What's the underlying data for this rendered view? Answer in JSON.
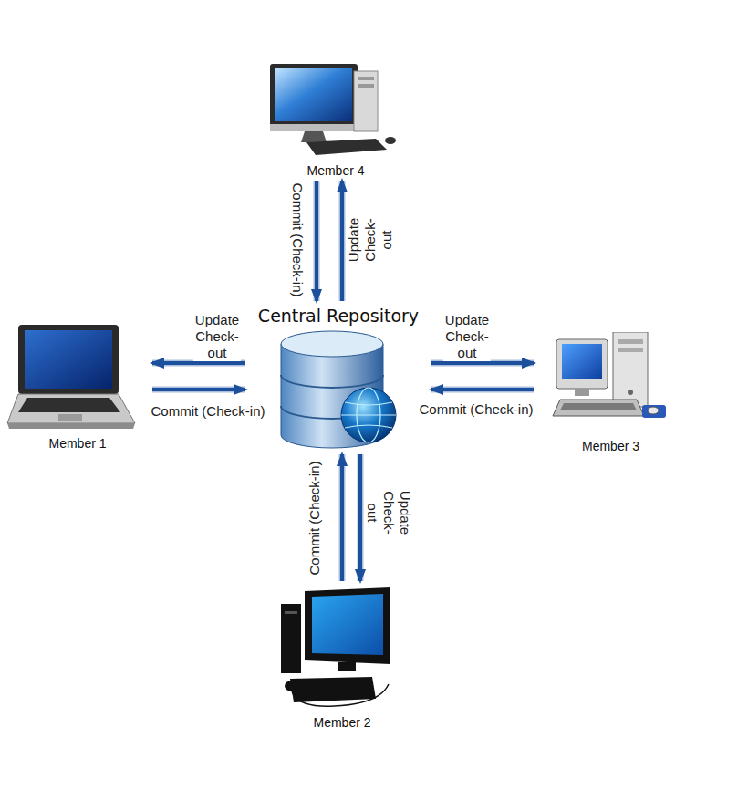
{
  "diagram": {
    "nodes": [
      {
        "text": [
          "Member 4"
        ]
      },
      {
        "text": [
          "Central Repository"
        ]
      },
      {
        "text": [
          "Member 1"
        ]
      },
      {
        "text": [
          "Member 3"
        ]
      },
      {
        "text": [
          "Member 2"
        ]
      }
    ],
    "edges": [
      {
        "from": 0,
        "to": 1,
        "arrow": "to",
        "label": "Commit (Check-in)"
      },
      {
        "from": 1,
        "to": 0,
        "arrow": "to",
        "label": "Update Check-out"
      },
      {
        "from": 1,
        "to": 2,
        "arrow": "to",
        "label": "Update Check-out"
      },
      {
        "from": 2,
        "to": 1,
        "arrow": "to",
        "label": "Commit (Check-in)"
      },
      {
        "from": 1,
        "to": 3,
        "arrow": "to",
        "label": "Update Check-out"
      },
      {
        "from": 3,
        "to": 1,
        "arrow": "to",
        "label": "Commit (Check-in)"
      },
      {
        "from": 4,
        "to": 1,
        "arrow": "to",
        "label": "Commit (Check-in)"
      },
      {
        "from": 1,
        "to": 4,
        "arrow": "to",
        "label": "Update Check-out"
      }
    ]
  }
}
